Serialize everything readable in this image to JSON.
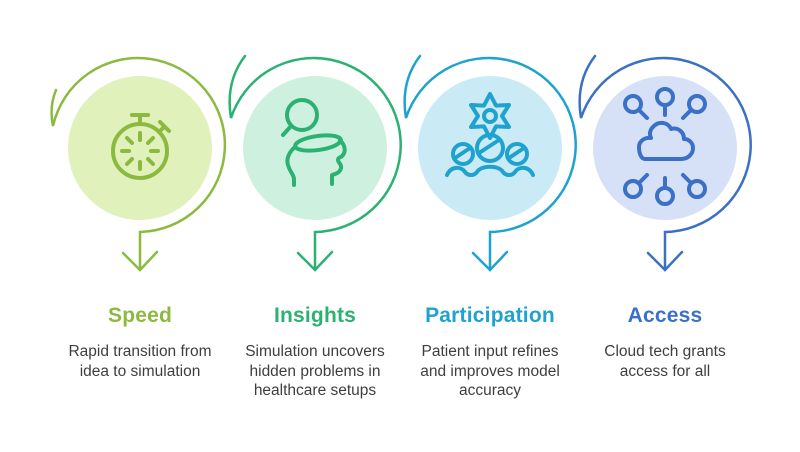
{
  "page": {
    "background_color": "#FFFFFF",
    "body_text_color": "#3E3E3E"
  },
  "items": [
    {
      "id": "speed",
      "title": "Speed",
      "description": "Rapid transition from\nidea to simulation",
      "icon": "stopwatch-icon",
      "stroke_color": "#8CBA3E",
      "fill_color": "#E0F1BC"
    },
    {
      "id": "insights",
      "title": "Insights",
      "description": "Simulation uncovers\nhidden problems in\nhealthcare setups",
      "icon": "head-magnifier-icon",
      "stroke_color": "#2BB273",
      "fill_color": "#CEF0DF"
    },
    {
      "id": "participation",
      "title": "Participation",
      "description": "Patient input refines\nand improves model\naccuracy",
      "icon": "gear-people-icon",
      "stroke_color": "#1FA3CE",
      "fill_color": "#CAEAF6"
    },
    {
      "id": "access",
      "title": "Access",
      "description": "Cloud tech grants\naccess for all",
      "icon": "cloud-network-icon",
      "stroke_color": "#3A70C6",
      "fill_color": "#D6E0F6"
    }
  ]
}
